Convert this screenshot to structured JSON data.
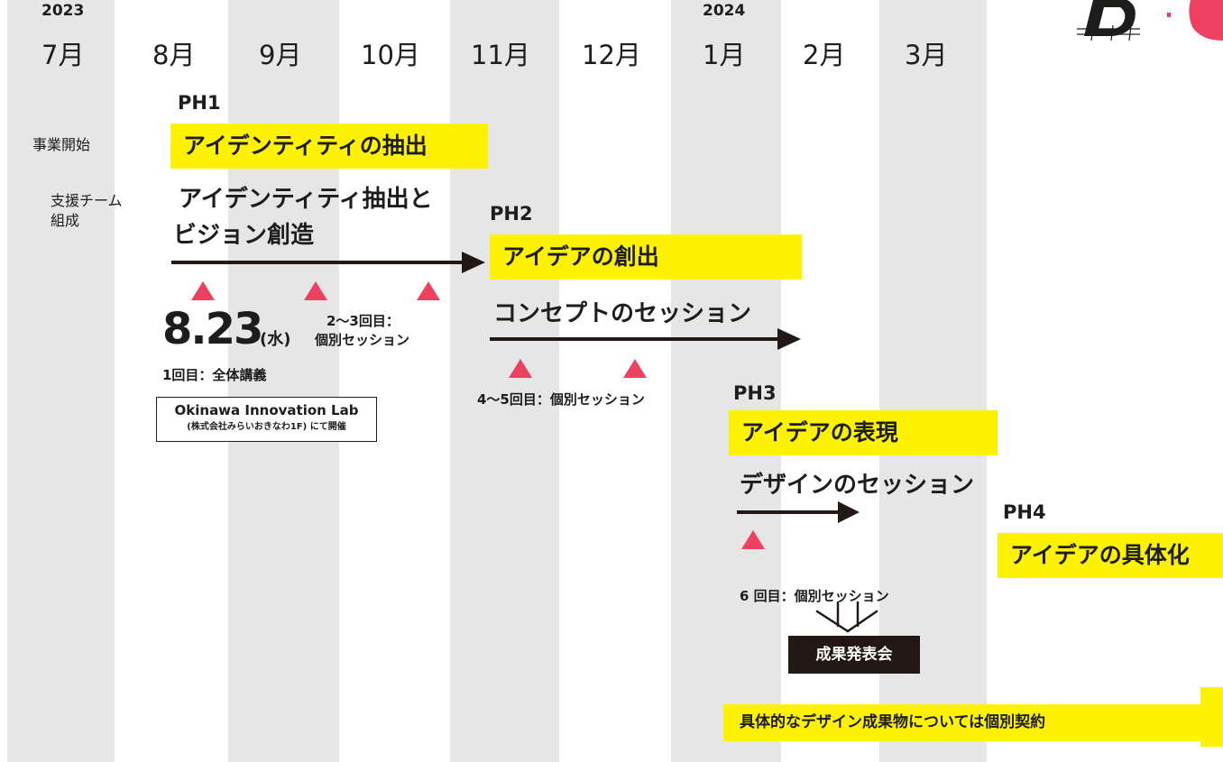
{
  "years": {
    "y2023": "2023",
    "y2024": "2024"
  },
  "months": [
    "7月",
    "8月",
    "9月",
    "10月",
    "11月",
    "12月",
    "1月",
    "2月",
    "3月"
  ],
  "left_notes": {
    "start": "事業開始",
    "team_line1": "支援チーム",
    "team_line2": "組成"
  },
  "ph1": {
    "tag": "PH1",
    "title": "アイデンティティの抽出",
    "desc_line1": "アイデンティティ抽出と",
    "desc_line2": "ビジョン創造",
    "date": "8.23",
    "weekday": "(水)",
    "first_session": "1回目：全体講義",
    "sessions_2_3_line1": "2〜3回目：",
    "sessions_2_3_line2": "個別セッション",
    "venue_line1": "Okinawa Innovation Lab",
    "venue_line2": "(株式会社みらいおきなわ1F) にて開催"
  },
  "ph2": {
    "tag": "PH2",
    "title": "アイデアの創出",
    "desc": "コンセプトのセッション",
    "sessions": "4〜5回目：個別セッション"
  },
  "ph3": {
    "tag": "PH3",
    "title": "アイデアの表現",
    "desc": "デザインのセッション",
    "sessions": "6 回目：個別セッション"
  },
  "ph4": {
    "tag": "PH4",
    "title": "アイデアの具体化"
  },
  "presentation": "成果発表会",
  "bottom_banner": "具体的なデザイン成果物については個別契約",
  "colors": {
    "stripe": "#e6e6e6",
    "highlight": "#fff200",
    "marker": "#ee4060",
    "ink": "#231815",
    "logo_red": "#ee4060"
  },
  "icons": [
    "triangle-marker-icon",
    "arrow-right-icon",
    "double-down-arrow-icon",
    "d-logo-icon"
  ]
}
